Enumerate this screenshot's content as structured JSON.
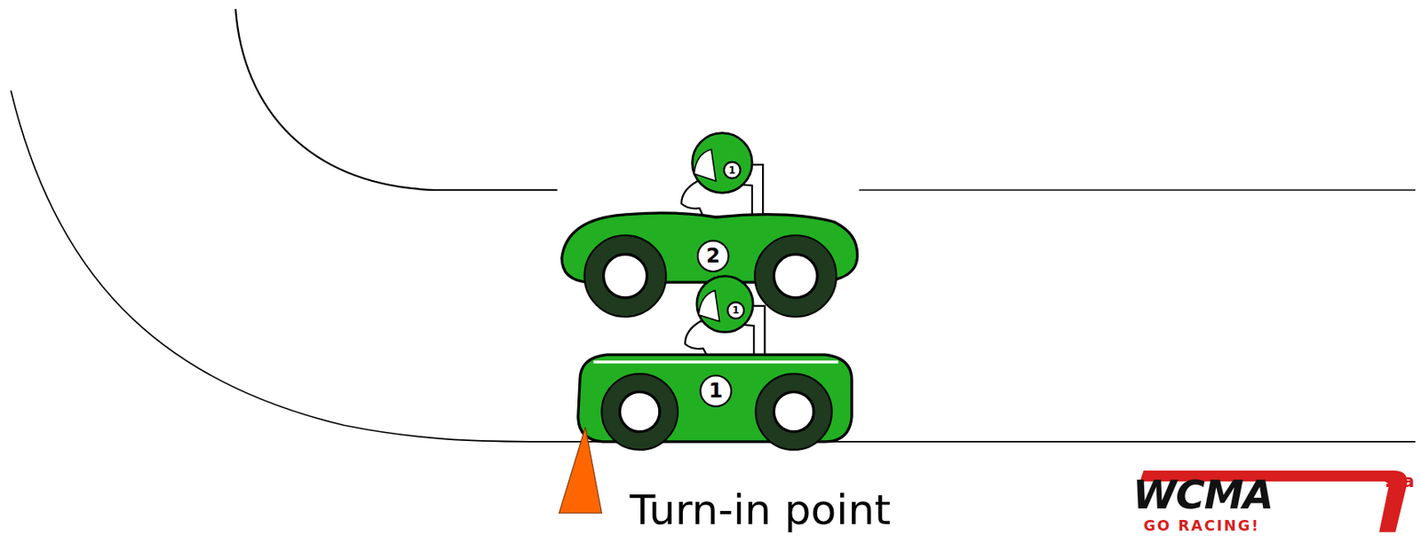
{
  "diagram": {
    "labels": [
      "2",
      "1",
      "1",
      "1",
      "Turn-in point",
      "WCMA",
      ".ca",
      "GO RACING!"
    ]
  }
}
